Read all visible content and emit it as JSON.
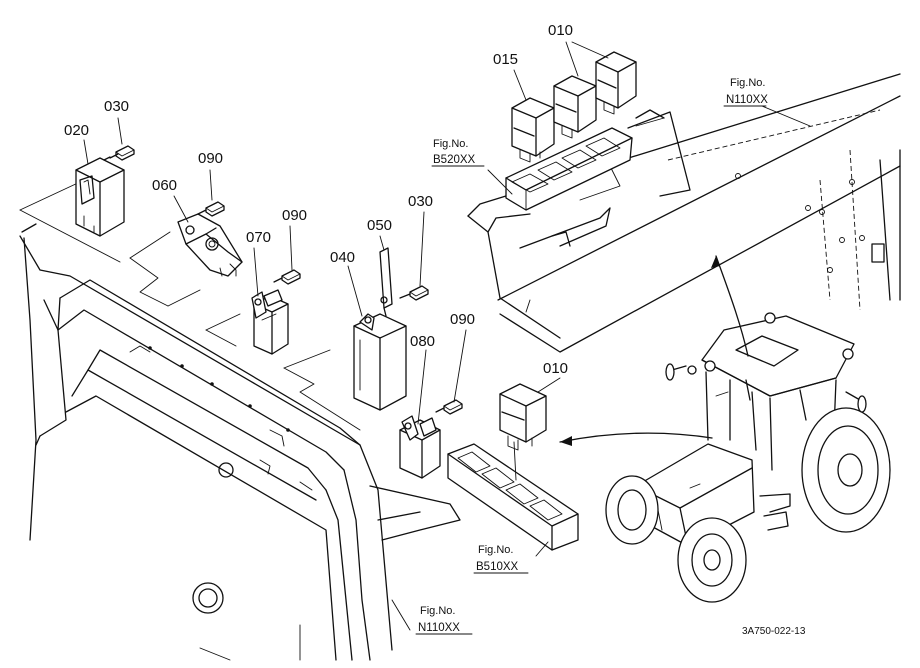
{
  "part_numbers": {
    "p015": "015",
    "p010_top": "010",
    "p010_mid": "010",
    "p020": "020",
    "p030_left": "030",
    "p030_mid": "030",
    "p040": "040",
    "p050": "050",
    "p060": "060",
    "p070": "070",
    "p080": "080",
    "p090_a": "090",
    "p090_b": "090",
    "p090_c": "090"
  },
  "figure_refs": {
    "b520": {
      "line1": "Fig.No.",
      "line2": "B520XX"
    },
    "n110_top": {
      "line1": "Fig.No.",
      "line2": "N110XX"
    },
    "b510": {
      "line1": "Fig.No.",
      "line2": "B510XX"
    },
    "n110_bottom": {
      "line1": "Fig.No.",
      "line2": "N110XX"
    }
  },
  "drawing_code": "3A750-022-13"
}
